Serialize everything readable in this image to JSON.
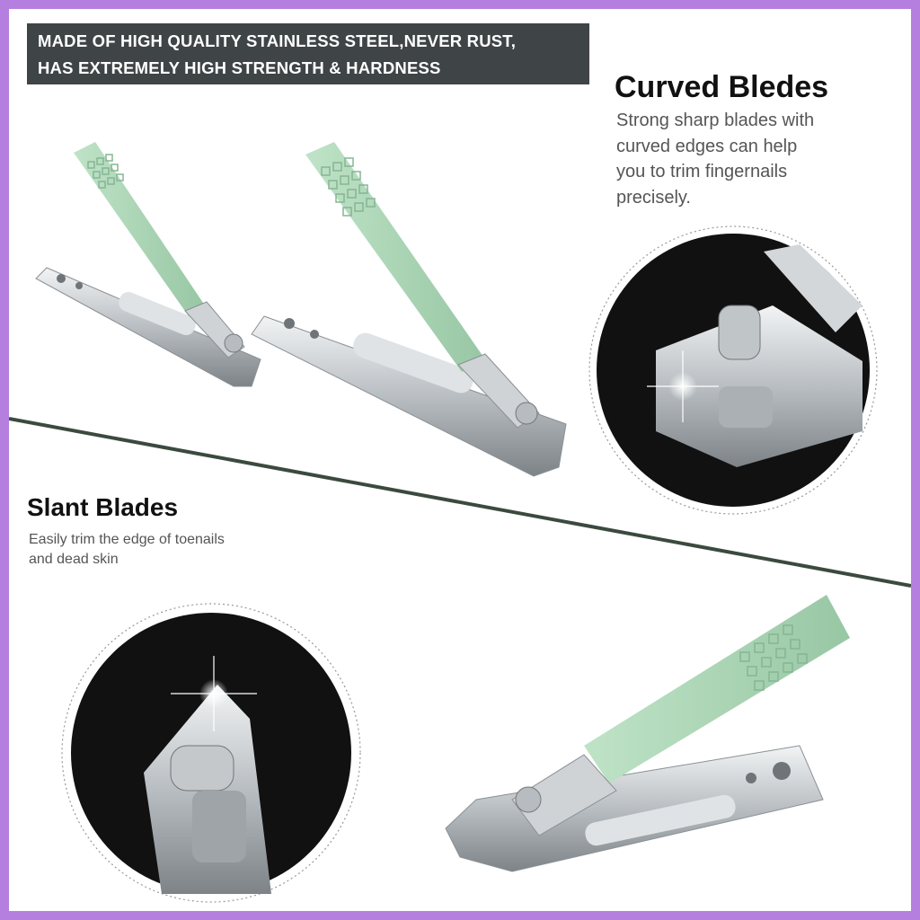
{
  "banner": {
    "line1": "MADE OF HIGH QUALITY STAINLESS STEEL,NEVER RUST,",
    "line2": "HAS EXTREMELY HIGH STRENGTH & HARDNESS"
  },
  "curved": {
    "title": "Curved Bledes",
    "desc": [
      "Strong sharp blades with",
      "curved edges can help",
      "you to trim fingernails",
      "precisely."
    ]
  },
  "slant": {
    "title": "Slant Blades",
    "desc": [
      "Easily trim the edge of toenails",
      "and dead skin"
    ]
  },
  "colors": {
    "border": "#b57fe0",
    "banner_bg": "#3f4447",
    "lever_green": "#a9d4b4",
    "steel": "#c9cdd0",
    "circle_bg": "#111111"
  }
}
